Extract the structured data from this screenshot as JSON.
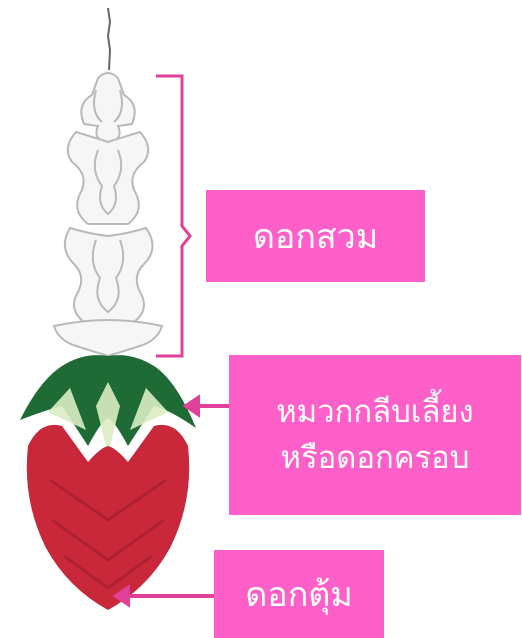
{
  "labels": {
    "dok_suam": "ดอกสวม",
    "mouak_klib_line1": "หมวกกลีบเลี้ยง",
    "mouak_klib_line2": "หรือดอกครอบ",
    "dok_tum": "ดอกตุ้ม"
  },
  "colors": {
    "label_bg": "#ff5fc8",
    "label_text": "#ffffff",
    "pointer": "#e0409a",
    "bud_red": "#c8283a",
    "leaf_green": "#1f6b35",
    "jasmine_outline": "#b9b9b9"
  }
}
